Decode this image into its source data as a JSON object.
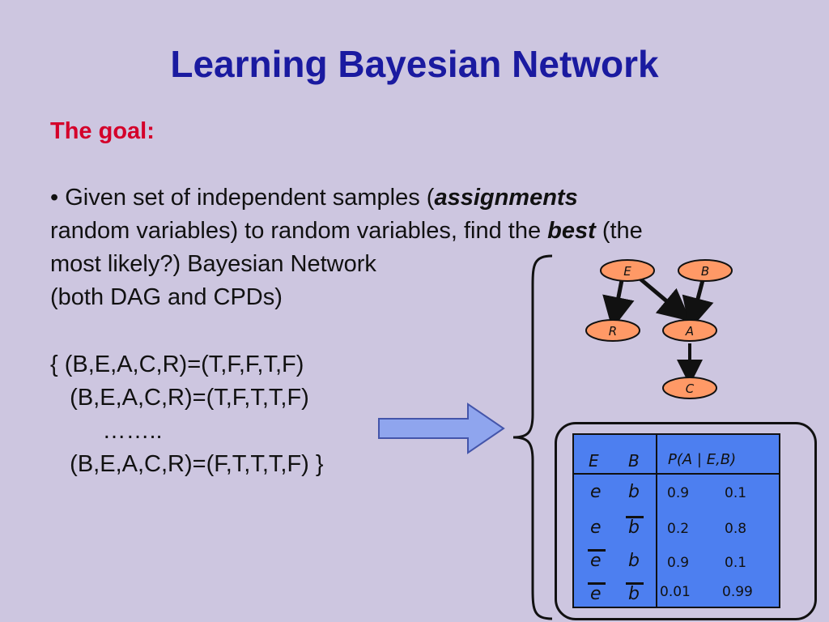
{
  "slide": {
    "title": "Learning Bayesian Network",
    "goal_heading": "The goal:",
    "bullet": {
      "marker": "•",
      "part1": "Given set of independent samples (",
      "emph1": "assignments",
      "line2a": "random variables) to random variables, find the ",
      "emph2": "best",
      "line2b": " (the",
      "line3": "most likely?) Bayesian Network",
      "line4": "(both DAG and CPDs)"
    },
    "samples": [
      "{ (B,E,A,C,R)=(T,F,F,T,F)",
      "   (B,E,A,C,R)=(T,F,T,T,F)",
      "        ……..",
      "   (B,E,A,C,R)=(F,T,T,T,F) }"
    ]
  },
  "network": {
    "nodes": [
      {
        "id": "E",
        "label": "E"
      },
      {
        "id": "B",
        "label": "B"
      },
      {
        "id": "R",
        "label": "R"
      },
      {
        "id": "A",
        "label": "A"
      },
      {
        "id": "C",
        "label": "C"
      }
    ],
    "edges": [
      [
        "E",
        "R"
      ],
      [
        "E",
        "A"
      ],
      [
        "B",
        "A"
      ],
      [
        "A",
        "C"
      ]
    ],
    "node_fill": "#ff9966"
  },
  "cpt": {
    "headers": {
      "e": "E",
      "b": "B",
      "p": "P(A | E,B)"
    },
    "rows": [
      {
        "e": "e",
        "e_bar": false,
        "b": "b",
        "b_bar": false,
        "p1": "0.9",
        "p2": "0.1"
      },
      {
        "e": "e",
        "e_bar": false,
        "b": "b",
        "b_bar": true,
        "p1": "0.2",
        "p2": "0.8"
      },
      {
        "e": "e",
        "e_bar": true,
        "b": "b",
        "b_bar": false,
        "p1": "0.9",
        "p2": "0.1"
      },
      {
        "e": "e",
        "e_bar": true,
        "b": "b",
        "b_bar": true,
        "p1": "0.01",
        "p2": "0.99"
      }
    ],
    "fill": "#4d7ff0"
  }
}
